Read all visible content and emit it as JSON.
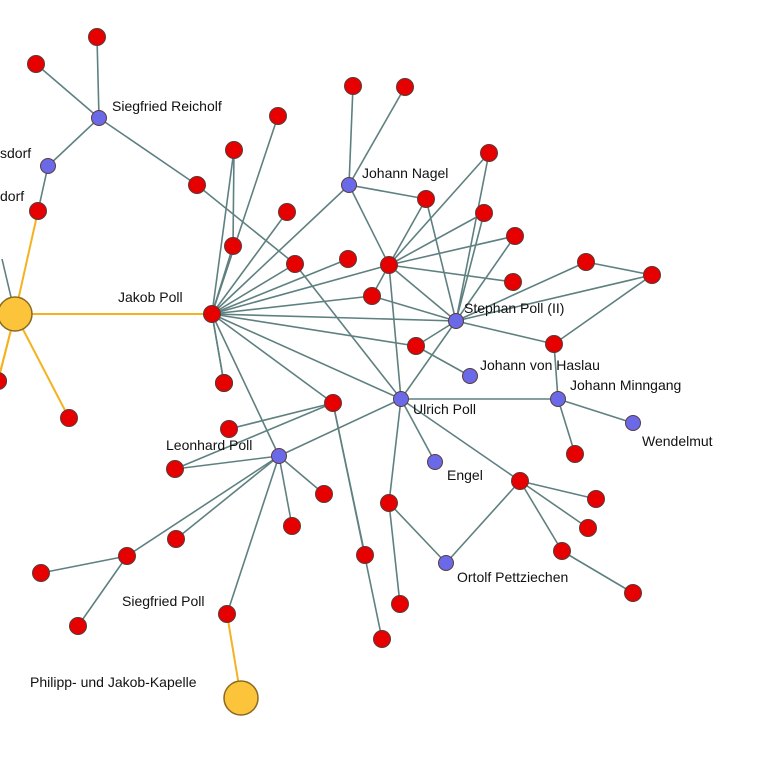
{
  "colors": {
    "background": "#ffffff",
    "edge": "#5f8080",
    "edge_highlight": "#f5b21f",
    "node_red": "#e60000",
    "node_blue": "#6a6ae8",
    "node_yellow": "#fcc43a",
    "node_stroke": "#5a3a3a"
  },
  "nodes": {
    "reicholf": {
      "type": "person",
      "label": "Siegfried Reicholf"
    },
    "nagel": {
      "type": "person",
      "label": "Johann Nagel"
    },
    "jakob": {
      "type": "document",
      "label": "Jakob Poll"
    },
    "stephan": {
      "type": "person",
      "label": "Stephan Poll (II)"
    },
    "haslau": {
      "type": "person",
      "label": "Johann von Haslau"
    },
    "minngang": {
      "type": "person",
      "label": "Johann Minngang"
    },
    "ulrich": {
      "type": "person",
      "label": "Ulrich Poll"
    },
    "wendelmut": {
      "type": "person",
      "label": "Wendelmut"
    },
    "leonhard": {
      "type": "person",
      "label": "Leonhard Poll"
    },
    "engel": {
      "type": "person",
      "label": "Engel"
    },
    "pettziechen": {
      "type": "person",
      "label": "Ortolf Pettziechen"
    },
    "siegfried": {
      "type": "document",
      "label": "Siegfried Poll"
    },
    "kapelle": {
      "type": "institution",
      "label": "Philipp- und Jakob-Kapelle"
    },
    "sdorf": {
      "type": "person",
      "label": "sdorf"
    },
    "dorf": {
      "type": "document",
      "label": "dorf"
    },
    "hub": {
      "type": "institution",
      "label": ""
    },
    "r_top1": {
      "type": "document",
      "label": ""
    },
    "r_top2": {
      "type": "document",
      "label": ""
    },
    "r_mid1": {
      "type": "document",
      "label": ""
    },
    "r_c1": {
      "type": "document",
      "label": ""
    },
    "r_c2": {
      "type": "document",
      "label": ""
    },
    "r_c3": {
      "type": "document",
      "label": ""
    },
    "r_c4": {
      "type": "document",
      "label": ""
    },
    "r_c5": {
      "type": "document",
      "label": ""
    },
    "r_n1": {
      "type": "document",
      "label": ""
    },
    "r_n2": {
      "type": "document",
      "label": ""
    },
    "r_hub": {
      "type": "document",
      "label": ""
    },
    "r_n3": {
      "type": "document",
      "label": ""
    },
    "r_n4": {
      "type": "document",
      "label": ""
    },
    "r_n5": {
      "type": "document",
      "label": ""
    },
    "r_n6": {
      "type": "document",
      "label": ""
    },
    "r_n7": {
      "type": "document",
      "label": ""
    },
    "r_n8": {
      "type": "document",
      "label": ""
    },
    "r_n9": {
      "type": "document",
      "label": ""
    },
    "r_n10": {
      "type": "document",
      "label": ""
    },
    "r_n11": {
      "type": "document",
      "label": ""
    },
    "r_e1": {
      "type": "document",
      "label": ""
    },
    "r_e2": {
      "type": "document",
      "label": ""
    },
    "r_e3": {
      "type": "document",
      "label": ""
    },
    "r_j1": {
      "type": "document",
      "label": ""
    },
    "r_l1": {
      "type": "document",
      "label": ""
    },
    "r_l2": {
      "type": "document",
      "label": ""
    },
    "r_l3": {
      "type": "document",
      "label": ""
    },
    "r_l4": {
      "type": "document",
      "label": ""
    },
    "r_l5": {
      "type": "document",
      "label": ""
    },
    "r_l6": {
      "type": "document",
      "label": ""
    },
    "r_l7": {
      "type": "document",
      "label": ""
    },
    "r_l8": {
      "type": "document",
      "label": ""
    },
    "r_l9": {
      "type": "document",
      "label": ""
    },
    "r_l10": {
      "type": "document",
      "label": ""
    },
    "r_u1": {
      "type": "document",
      "label": ""
    },
    "r_u2": {
      "type": "document",
      "label": ""
    },
    "r_u3": {
      "type": "document",
      "label": ""
    },
    "r_u4": {
      "type": "document",
      "label": ""
    },
    "r_u5": {
      "type": "document",
      "label": ""
    },
    "r_u6": {
      "type": "document",
      "label": ""
    },
    "r_u7": {
      "type": "document",
      "label": ""
    },
    "r_u8": {
      "type": "document",
      "label": ""
    },
    "r_u9": {
      "type": "document",
      "label": ""
    },
    "r_h1": {
      "type": "document",
      "label": ""
    },
    "r_h2": {
      "type": "document",
      "label": ""
    },
    "r_h3": {
      "type": "document",
      "label": ""
    }
  },
  "edges": [
    [
      "reicholf",
      "r_top1"
    ],
    [
      "reicholf",
      "r_top2"
    ],
    [
      "reicholf",
      "sdorf"
    ],
    [
      "reicholf",
      "r_mid1"
    ],
    [
      "r_mid1",
      "r_l1"
    ],
    [
      "sdorf",
      "dorf"
    ],
    [
      "nagel",
      "r_n1"
    ],
    [
      "nagel",
      "r_n2"
    ],
    [
      "nagel",
      "r_hub"
    ],
    [
      "nagel",
      "r_n3"
    ],
    [
      "nagel",
      "jakob"
    ],
    [
      "r_hub",
      "r_n4"
    ],
    [
      "r_hub",
      "r_n5"
    ],
    [
      "r_hub",
      "r_n6"
    ],
    [
      "r_hub",
      "r_n7"
    ],
    [
      "r_hub",
      "r_n3"
    ],
    [
      "r_hub",
      "stephan"
    ],
    [
      "r_hub",
      "ulrich"
    ],
    [
      "r_hub",
      "r_n8"
    ],
    [
      "r_n3",
      "stephan"
    ],
    [
      "r_n5",
      "stephan"
    ],
    [
      "r_n6",
      "stephan"
    ],
    [
      "r_n4",
      "stephan"
    ],
    [
      "stephan",
      "r_e1"
    ],
    [
      "stephan",
      "r_e2"
    ],
    [
      "stephan",
      "r_e3"
    ],
    [
      "stephan",
      "ulrich"
    ],
    [
      "r_e1",
      "r_e2"
    ],
    [
      "r_e2",
      "r_e3"
    ],
    [
      "r_e3",
      "minngang"
    ],
    [
      "minngang",
      "wendelmut"
    ],
    [
      "minngang",
      "r_h1"
    ],
    [
      "minngang",
      "ulrich"
    ],
    [
      "jakob",
      "r_c1"
    ],
    [
      "jakob",
      "r_c2"
    ],
    [
      "jakob",
      "r_c3"
    ],
    [
      "jakob",
      "r_c4"
    ],
    [
      "jakob",
      "r_l1"
    ],
    [
      "jakob",
      "r_n9"
    ],
    [
      "jakob",
      "r_hub"
    ],
    [
      "jakob",
      "r_n8"
    ],
    [
      "jakob",
      "stephan"
    ],
    [
      "jakob",
      "r_n10"
    ],
    [
      "jakob",
      "ulrich"
    ],
    [
      "jakob",
      "r_n11"
    ],
    [
      "jakob",
      "r_j1"
    ],
    [
      "jakob",
      "leonhard"
    ],
    [
      "jakob",
      "r_c5"
    ],
    [
      "r_c1",
      "r_c2"
    ],
    [
      "r_n10",
      "haslau"
    ],
    [
      "r_n10",
      "stephan"
    ],
    [
      "r_l1",
      "ulrich"
    ],
    [
      "r_n8",
      "stephan"
    ],
    [
      "ulrich",
      "engel"
    ],
    [
      "ulrich",
      "r_u1"
    ],
    [
      "ulrich",
      "r_u2"
    ],
    [
      "ulrich",
      "leonhard"
    ],
    [
      "r_u1",
      "pettziechen"
    ],
    [
      "r_u1",
      "r_u3"
    ],
    [
      "r_u2",
      "pettziechen"
    ],
    [
      "r_u2",
      "r_u4"
    ],
    [
      "r_u2",
      "r_u5"
    ],
    [
      "r_u2",
      "r_u6"
    ],
    [
      "r_u6",
      "r_u7"
    ],
    [
      "r_n11",
      "r_l2"
    ],
    [
      "r_n11",
      "r_u8"
    ],
    [
      "r_n11",
      "r_u9"
    ],
    [
      "r_n11",
      "r_l3"
    ],
    [
      "leonhard",
      "r_l3"
    ],
    [
      "leonhard",
      "r_l4"
    ],
    [
      "leonhard",
      "r_l5"
    ],
    [
      "leonhard",
      "r_l6"
    ],
    [
      "leonhard",
      "r_l7"
    ],
    [
      "leonhard",
      "siegfried"
    ],
    [
      "r_l7",
      "r_l8"
    ],
    [
      "r_l7",
      "r_l9"
    ],
    [
      "hub",
      "r_h2"
    ],
    [
      "hub",
      "r_h3"
    ],
    [
      "hub",
      "r_l10"
    ],
    [
      "hub",
      "r_j2"
    ]
  ],
  "highlight_edges": [
    [
      "hub",
      "jakob"
    ],
    [
      "hub",
      "dorf"
    ],
    [
      "siegfried",
      "kapelle"
    ],
    [
      "hub",
      "r_h2"
    ],
    [
      "hub",
      "r_h3"
    ],
    [
      "hub",
      "r_l10"
    ]
  ]
}
